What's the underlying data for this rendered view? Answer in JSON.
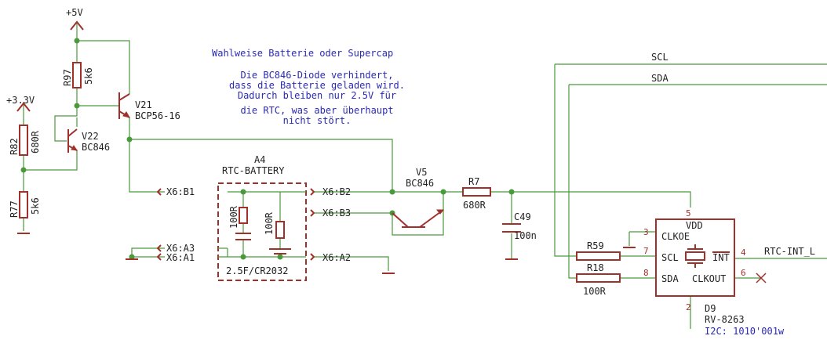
{
  "note": {
    "title": "Wahlweise Batterie oder Supercap",
    "lines": [
      "Die BC846-Diode verhindert,",
      "dass die Batterie geladen wird.",
      "Dadurch bleiben nur 2.5V für",
      "die RTC, was aber überhaupt",
      "nicht stört."
    ]
  },
  "supplies": {
    "p5v": "+5V",
    "p3v3": "+3.3V"
  },
  "parts": {
    "r97": {
      "name": "R97",
      "value": "5k6"
    },
    "r82": {
      "name": "R82",
      "value": "680R"
    },
    "r77": {
      "name": "R77",
      "value": "5k6"
    },
    "v21": {
      "name": "V21",
      "value": "BCP56-16"
    },
    "v22": {
      "name": "V22",
      "value": "BC846"
    },
    "v5": {
      "name": "V5",
      "value": "BC846"
    },
    "r7": {
      "name": "R7",
      "value": "680R"
    },
    "c49": {
      "name": "C49",
      "value": "100n"
    },
    "r59": {
      "name": "R59"
    },
    "r18": {
      "name": "R18",
      "value": "100R"
    },
    "a4": {
      "name": "A4",
      "value": "RTC-BATTERY",
      "footer": "2.5F/CR2032",
      "r_left": "100R",
      "r_right": "100R"
    },
    "d9": {
      "name": "D9",
      "value": "RV-8263",
      "address": "I2C: 1010'001w",
      "top_pin_label": "VDD",
      "pin_labels": [
        "CLKOE",
        "SCL",
        "INT",
        "SDA",
        "CLKOUT"
      ],
      "pin_numbers": [
        "5",
        "3",
        "7",
        "4",
        "8",
        "6",
        "2"
      ]
    }
  },
  "connectors": [
    "X6:B1",
    "X6:A3",
    "X6:A1",
    "X6:B2",
    "X6:B3",
    "X6:A2"
  ],
  "nets": {
    "scl": "SCL",
    "sda": "SDA",
    "rtc_int": "RTC-INT_L"
  }
}
